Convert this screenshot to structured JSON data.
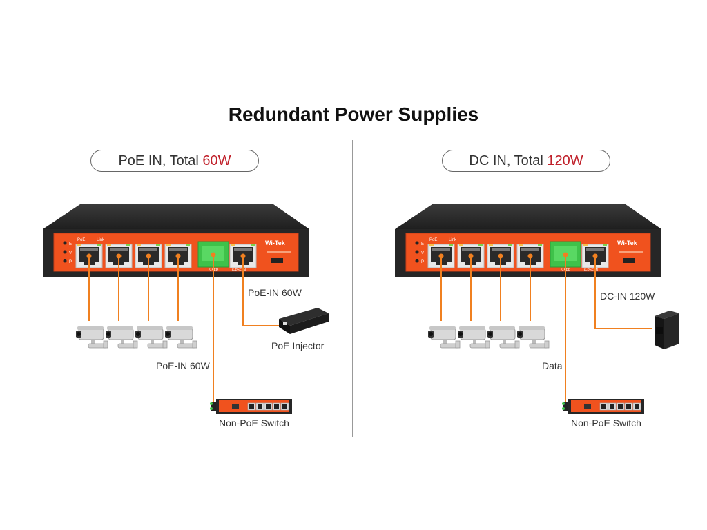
{
  "title": "Redundant Power Supplies",
  "left": {
    "pill_prefix": "PoE IN, Total ",
    "pill_value": "60W",
    "device_brand": "Wi-Tek",
    "port_label_a": "PoE",
    "port_label_b": "Link",
    "led_labels": [
      "E",
      "V",
      "P"
    ],
    "uplink_label": "5-SFP",
    "poe_in_port_label": "6-PoE IN",
    "label_poe_in_right": "PoE-IN 60W",
    "label_injector": "PoE Injector",
    "label_poe_in_mid": "PoE-IN 60W",
    "label_switch": "Non-PoE Switch"
  },
  "right": {
    "pill_prefix": "DC IN, Total ",
    "pill_value": "120W",
    "device_brand": "Wi-Tek",
    "port_label_a": "PoE",
    "port_label_b": "Link",
    "led_labels": [
      "E",
      "V",
      "P"
    ],
    "uplink_label": "5-SFP",
    "poe_in_port_label": "6-PoE IN",
    "label_dc_in": "DC-IN 120W",
    "label_data": "Data",
    "label_switch": "Non-PoE Switch"
  },
  "colors": {
    "orange": "#f0521e",
    "cable": "#f08020",
    "highlight": "#c0202a",
    "body": "#2b2b2b",
    "green_port": "#3fc24a"
  }
}
